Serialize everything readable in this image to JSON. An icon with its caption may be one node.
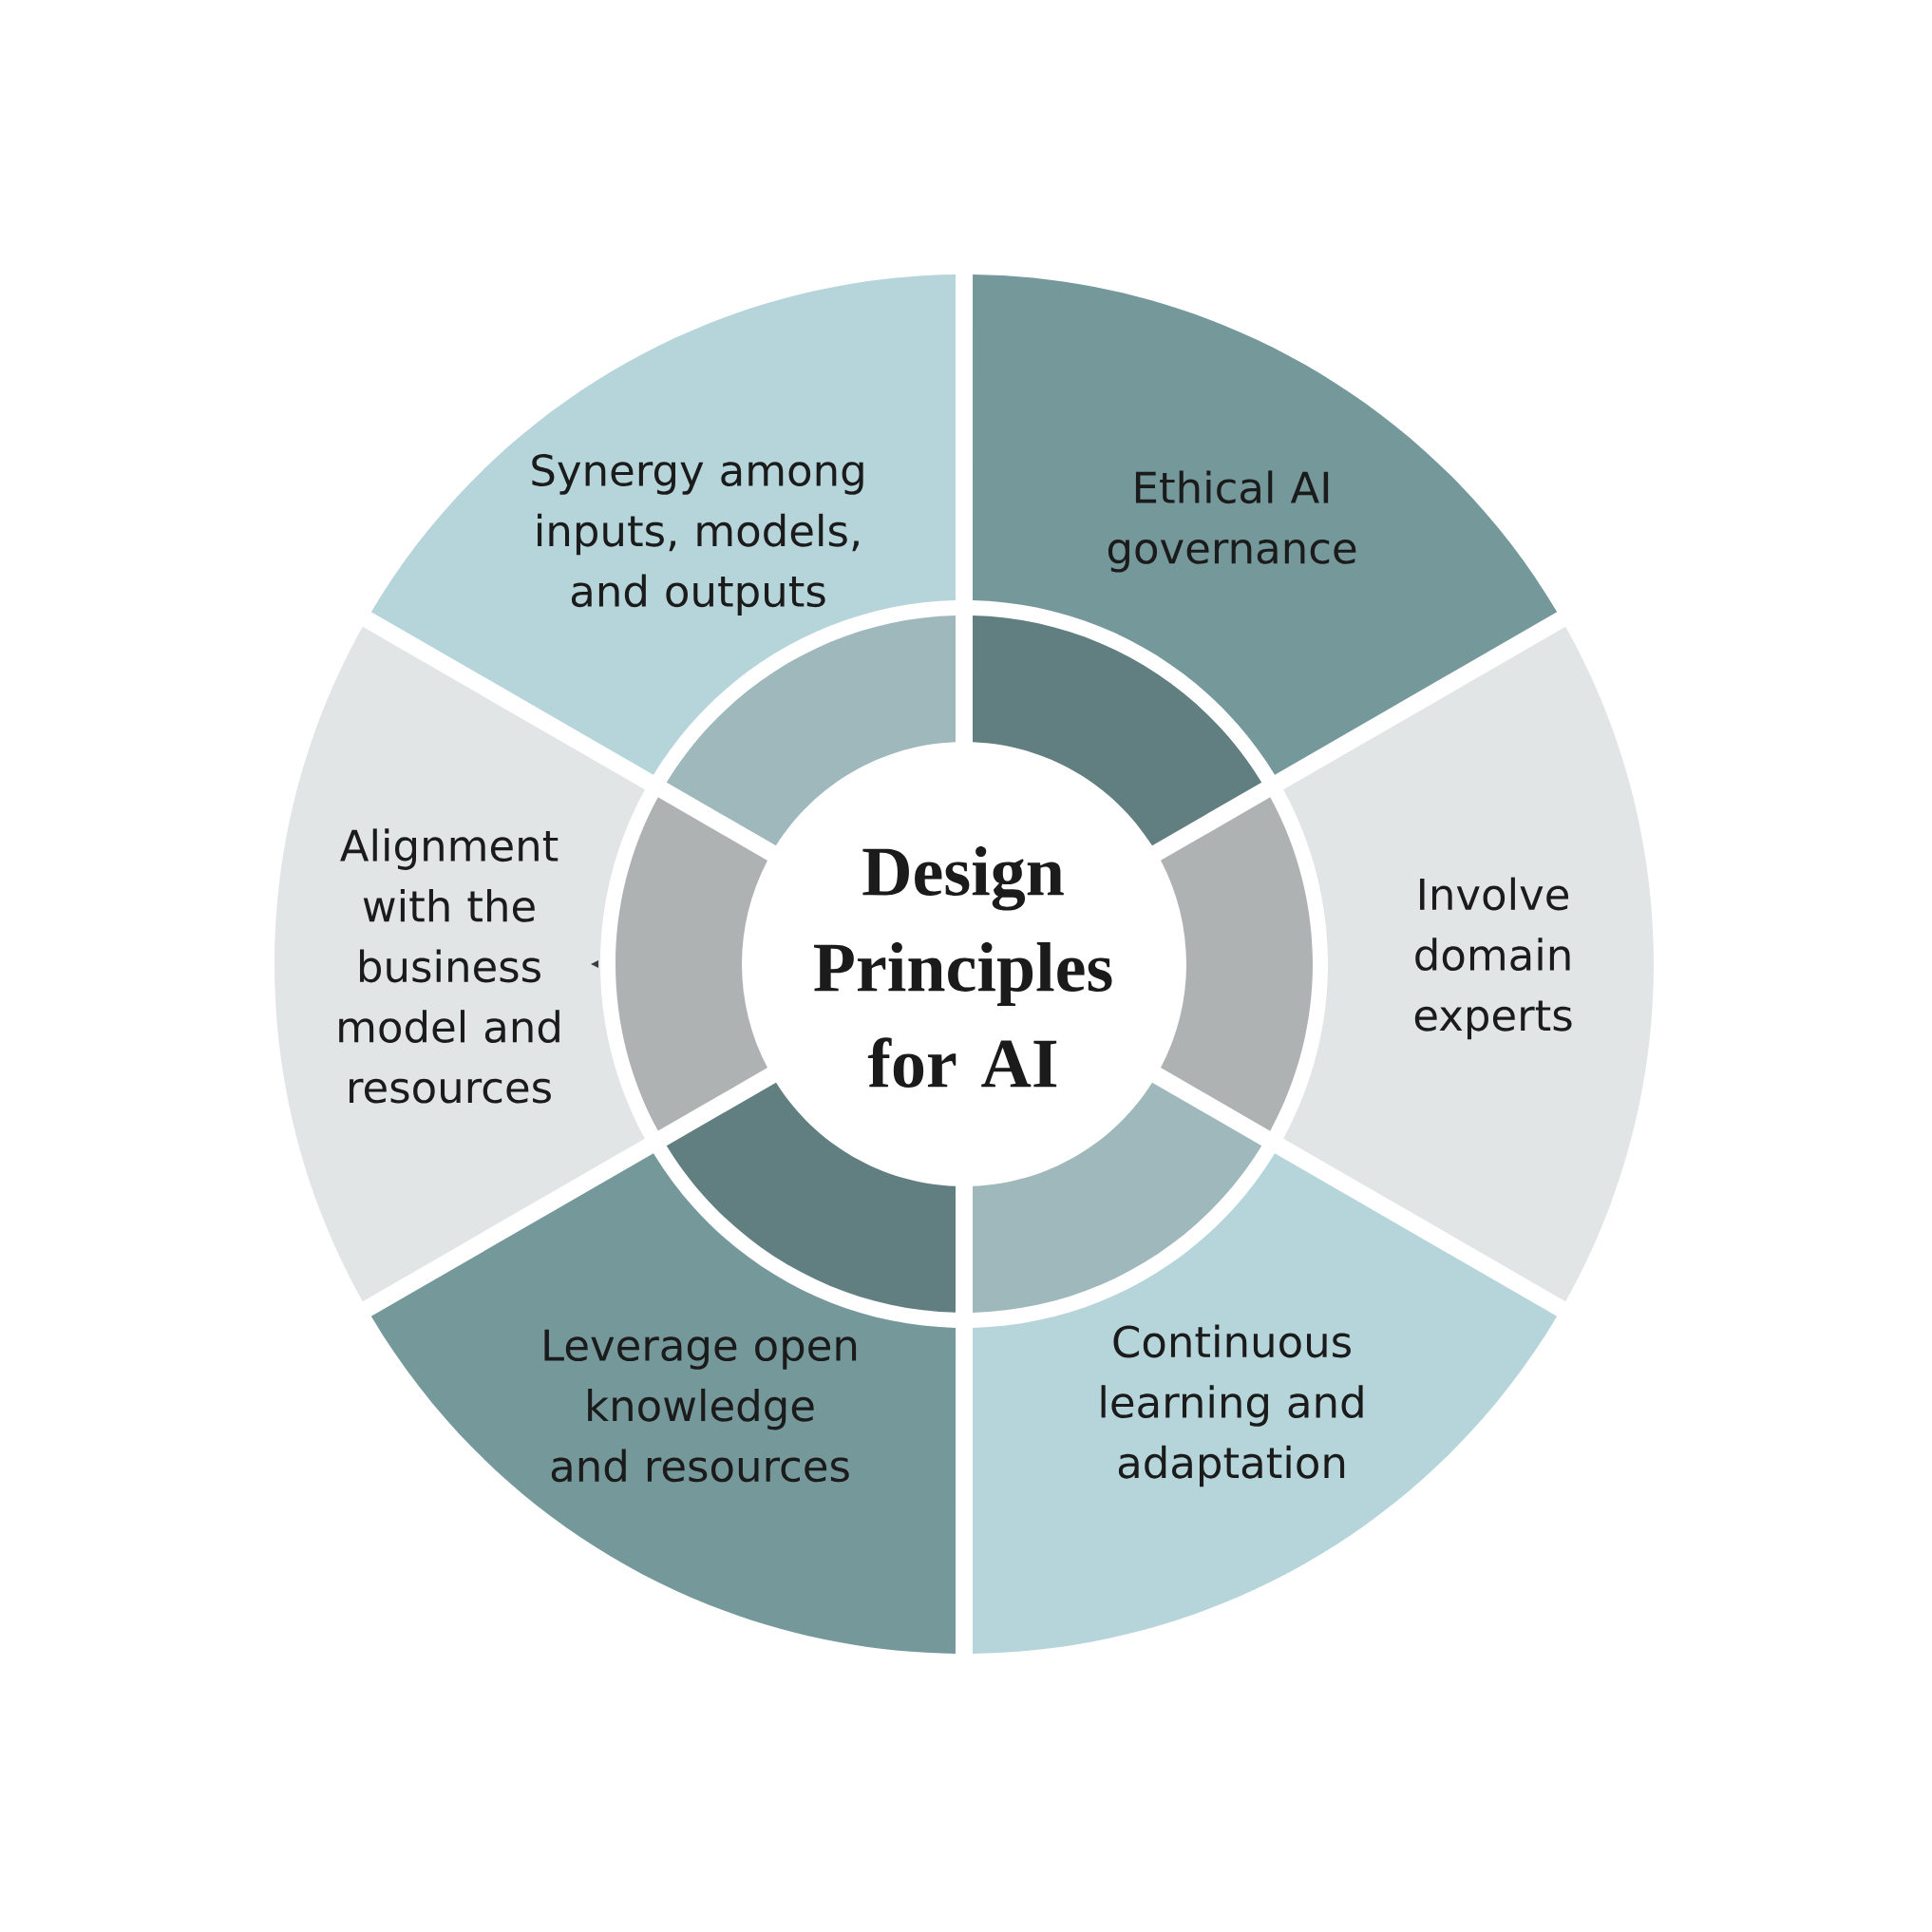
{
  "diagram": {
    "nodes": [
      {
        "text": [
          "Design Principles for AI"
        ]
      },
      {
        "text": [
          "Synergy among inputs, models, and outputs"
        ]
      },
      {
        "text": [
          "Ethical AI governance"
        ]
      },
      {
        "text": [
          "Involve domain experts"
        ]
      },
      {
        "text": [
          "Continuous learning and adaptation"
        ]
      },
      {
        "text": [
          "Leverage open knowledge and resources"
        ]
      },
      {
        "text": [
          "Alignment with the business model and resources"
        ]
      },
      {
        "text": [],
        "shape": "segment"
      },
      {
        "text": [],
        "shape": "segment"
      },
      {
        "text": [],
        "shape": "segment"
      },
      {
        "text": [],
        "shape": "segment"
      },
      {
        "text": [],
        "shape": "segment"
      },
      {
        "text": [],
        "shape": "segment"
      }
    ]
  }
}
